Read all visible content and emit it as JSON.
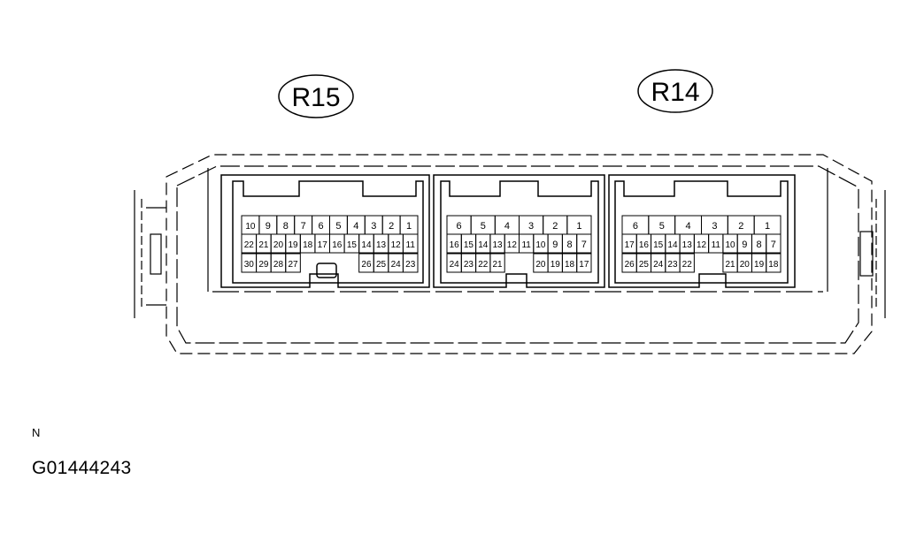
{
  "connectors": [
    {
      "id": "R15",
      "label": "R15",
      "rows": [
        [
          "10",
          "9",
          "8",
          "7",
          "6",
          "5",
          "4",
          "3",
          "2",
          "1"
        ],
        [
          "22",
          "21",
          "20",
          "19",
          "18",
          "17",
          "16",
          "15",
          "14",
          "13",
          "12",
          "11"
        ],
        [
          "30",
          "29",
          "28",
          "27",
          "26",
          "25",
          "24",
          "23"
        ]
      ]
    },
    {
      "id": "R14a",
      "label": "",
      "rows": [
        [
          "6",
          "5",
          "4",
          "3",
          "2",
          "1"
        ],
        [
          "16",
          "15",
          "14",
          "13",
          "12",
          "11",
          "10",
          "9",
          "8",
          "7"
        ],
        [
          "24",
          "23",
          "22",
          "21",
          "20",
          "19",
          "18",
          "17"
        ]
      ]
    },
    {
      "id": "R14",
      "label": "R14",
      "rows": [
        [
          "6",
          "5",
          "4",
          "3",
          "2",
          "1"
        ],
        [
          "17",
          "16",
          "15",
          "14",
          "13",
          "12",
          "11",
          "10",
          "9",
          "8",
          "7"
        ],
        [
          "26",
          "25",
          "24",
          "23",
          "22",
          "21",
          "20",
          "19",
          "18"
        ]
      ]
    }
  ],
  "north_label": "N",
  "figure_id": "G01444243"
}
